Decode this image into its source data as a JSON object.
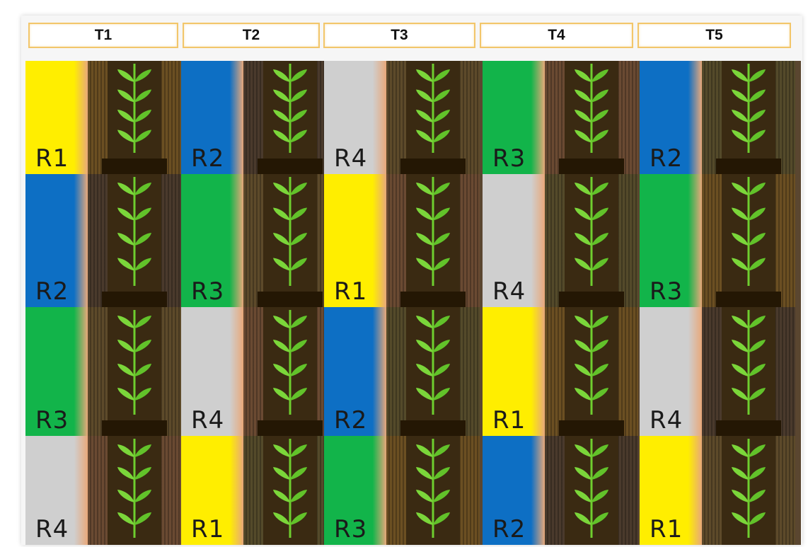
{
  "columns": [
    {
      "label": "T1",
      "cells": [
        "R1",
        "R2",
        "R3",
        "R4"
      ]
    },
    {
      "label": "T2",
      "cells": [
        "R2",
        "R3",
        "R4",
        "R1"
      ]
    },
    {
      "label": "T3",
      "cells": [
        "R4",
        "R1",
        "R2",
        "R3"
      ]
    },
    {
      "label": "T4",
      "cells": [
        "R3",
        "R4",
        "R1",
        "R2"
      ]
    },
    {
      "label": "T5",
      "cells": [
        "R2",
        "R3",
        "R4",
        "R1"
      ]
    }
  ],
  "level_colors": {
    "R1": "#ffee00",
    "R2": "#0d6fc4",
    "R3": "#12b44a",
    "R4": "#cfcfcf"
  },
  "soil_textures": [
    "#6b4f22",
    "#4a3a2c",
    "#5d4a2a",
    "#6a4a32",
    "#544a2a"
  ],
  "icons": {
    "plant": "sprout-icon"
  }
}
